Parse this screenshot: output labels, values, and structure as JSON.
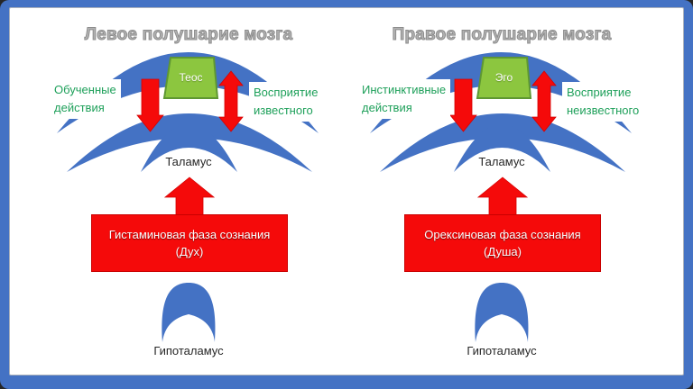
{
  "colors": {
    "frame_blue": "#4472C4",
    "page_white": "#FFFFFF",
    "brain_blue": "#4472C4",
    "trapezoid_green_fill": "#8CC63F",
    "trapezoid_green_border": "#5E9732",
    "label_green_text": "#1EA05A",
    "arrow_red": "#F50A0A",
    "phase_box_red": "#F50A0A",
    "title_gray": "#B3B3B3",
    "body_text": "#262626"
  },
  "panels": [
    {
      "title": "Левое полушарие мозга",
      "cortex_block_label": "Теос",
      "action_label": {
        "line1": "Обученные",
        "line2": "действия"
      },
      "perception_label": {
        "line1": "Восприятие",
        "line2": "известного"
      },
      "thalamus_label": "Таламус",
      "phase_box": {
        "line1": "Гистаминовая фаза сознания",
        "line2": "(Дух)"
      },
      "hypothalamus_label": "Гипоталамус"
    },
    {
      "title": "Правое полушарие мозга",
      "cortex_block_label": "Эго",
      "action_label": {
        "line1": "Инстинктивные",
        "line2": "действия"
      },
      "perception_label": {
        "line1": "Восприятие",
        "line2": "неизвестного"
      },
      "thalamus_label": "Таламус",
      "phase_box": {
        "line1": "Орексиновая фаза сознания",
        "line2": "(Душа)"
      },
      "hypothalamus_label": "Гипоталамус"
    }
  ]
}
